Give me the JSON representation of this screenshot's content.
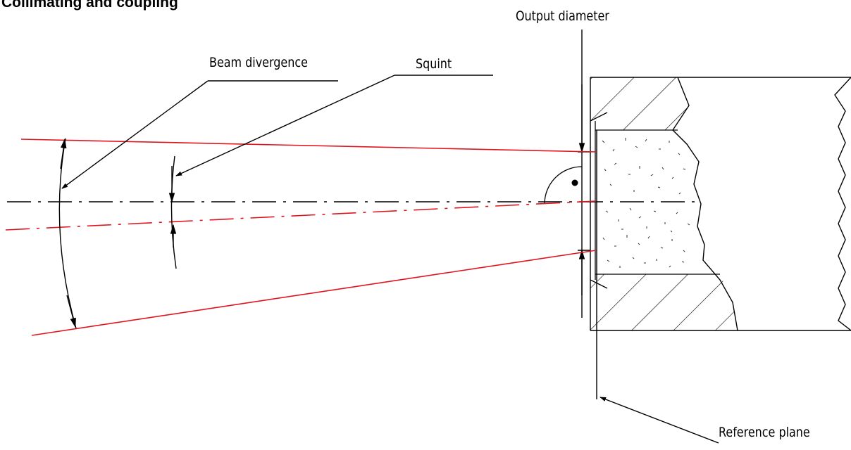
{
  "title": "Collimating and coupling",
  "labels": {
    "output_diameter": "Output diameter",
    "beam_divergence": "Beam divergence",
    "squint": "Squint",
    "reference_plane": "Reference plane"
  },
  "colors": {
    "beam": "#e0141e",
    "line": "#000000",
    "background": "#ffffff"
  }
}
